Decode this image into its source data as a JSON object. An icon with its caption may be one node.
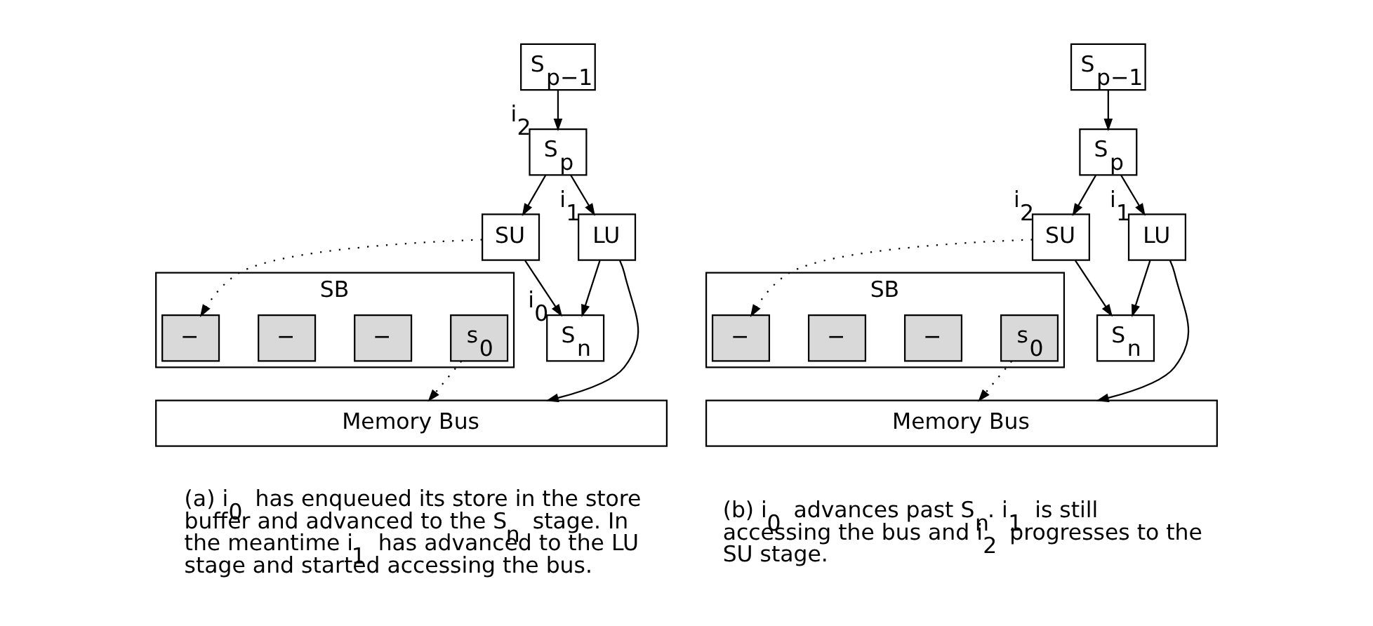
{
  "diagram": {
    "nodes": [
      {
        "text": [
          "S$_{p−1}$"
        ]
      },
      {
        "text": [
          "S$_{p}$"
        ],
        "beside": [
          "i$_{2}$"
        ]
      },
      {
        "text": [
          "SU"
        ]
      },
      {
        "text": [
          "LU"
        ],
        "beside": [
          "i$_{1}$"
        ]
      },
      {
        "text": [
          "S$_{n}$"
        ],
        "beside": [
          "i$_{0}$"
        ]
      },
      {
        "text": [
          "SB"
        ]
      },
      {
        "text": [
          "−"
        ],
        "in": 5
      },
      {
        "text": [
          "−"
        ],
        "in": 5
      },
      {
        "text": [
          "−"
        ],
        "in": 5
      },
      {
        "text": [
          "s$_{0}$"
        ],
        "in": 5
      },
      {
        "text": [
          "Memory Bus"
        ]
      },
      {
        "text": [
          "S$_{p−1}$"
        ]
      },
      {
        "text": [
          "S$_{p}$"
        ]
      },
      {
        "text": [
          "SU"
        ],
        "beside": [
          "i$_{2}$"
        ]
      },
      {
        "text": [
          "LU"
        ],
        "beside": [
          "i$_{1}$"
        ]
      },
      {
        "text": [
          "S$_{n}$"
        ]
      },
      {
        "text": [
          "SB"
        ]
      },
      {
        "text": [
          "−"
        ],
        "in": 16
      },
      {
        "text": [
          "−"
        ],
        "in": 16
      },
      {
        "text": [
          "−"
        ],
        "in": 16
      },
      {
        "text": [
          "s$_{0}$"
        ],
        "in": 16
      },
      {
        "text": [
          "Memory Bus"
        ]
      }
    ],
    "edges": [
      {
        "from": 0,
        "to": 1,
        "arrow": "to"
      },
      {
        "from": 1,
        "to": 2,
        "arrow": "to"
      },
      {
        "from": 1,
        "to": 3,
        "arrow": "to"
      },
      {
        "from": 2,
        "to": 4,
        "arrow": "to"
      },
      {
        "from": 3,
        "to": 4,
        "arrow": "to"
      },
      {
        "from": 2,
        "to": 6,
        "arrow": "to",
        "style": "dashed"
      },
      {
        "from": 3,
        "to": 10,
        "arrow": "to"
      },
      {
        "from": 9,
        "to": 10,
        "arrow": "to",
        "style": "dashed"
      },
      {
        "from": 11,
        "to": 12,
        "arrow": "to"
      },
      {
        "from": 12,
        "to": 13,
        "arrow": "to"
      },
      {
        "from": 12,
        "to": 14,
        "arrow": "to"
      },
      {
        "from": 13,
        "to": 15,
        "arrow": "to"
      },
      {
        "from": 14,
        "to": 15,
        "arrow": "to"
      },
      {
        "from": 13,
        "to": 17,
        "arrow": "to",
        "style": "dashed"
      },
      {
        "from": 14,
        "to": 21,
        "arrow": "to"
      },
      {
        "from": 20,
        "to": 21,
        "arrow": "to",
        "style": "dashed"
      }
    ],
    "labels": [
      "(a) i$_{0}$ has enqueued its store in the store buffer and advanced to the S$_{n}$ stage. In the meantime i$_{1}$ has advanced to the LU stage and started accessing the bus.",
      "(b) i$_{0}$ advances past S$_{n}$. i$_{1}$ is still accessing the bus and i$_{2}$ progresses to the SU stage."
    ]
  }
}
